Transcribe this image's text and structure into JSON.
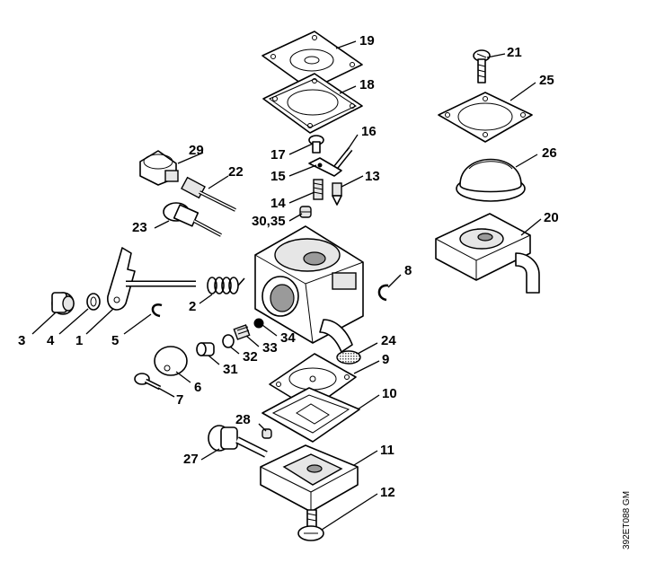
{
  "document_id": "392ET088 GM",
  "callouts": [
    {
      "id": "19",
      "label": "19"
    },
    {
      "id": "18",
      "label": "18"
    },
    {
      "id": "21",
      "label": "21"
    },
    {
      "id": "25",
      "label": "25"
    },
    {
      "id": "17",
      "label": "17"
    },
    {
      "id": "16",
      "label": "16"
    },
    {
      "id": "29",
      "label": "29"
    },
    {
      "id": "22",
      "label": "22"
    },
    {
      "id": "15",
      "label": "15"
    },
    {
      "id": "13",
      "label": "13"
    },
    {
      "id": "26",
      "label": "26"
    },
    {
      "id": "14",
      "label": "14"
    },
    {
      "id": "30-35",
      "label": "30,35"
    },
    {
      "id": "23",
      "label": "23"
    },
    {
      "id": "20",
      "label": "20"
    },
    {
      "id": "8",
      "label": "8"
    },
    {
      "id": "2",
      "label": "2"
    },
    {
      "id": "3",
      "label": "3"
    },
    {
      "id": "4",
      "label": "4"
    },
    {
      "id": "1",
      "label": "1"
    },
    {
      "id": "5",
      "label": "5"
    },
    {
      "id": "34",
      "label": "34"
    },
    {
      "id": "33",
      "label": "33"
    },
    {
      "id": "24",
      "label": "24"
    },
    {
      "id": "32",
      "label": "32"
    },
    {
      "id": "9",
      "label": "9"
    },
    {
      "id": "31",
      "label": "31"
    },
    {
      "id": "6",
      "label": "6"
    },
    {
      "id": "10",
      "label": "10"
    },
    {
      "id": "7",
      "label": "7"
    },
    {
      "id": "28",
      "label": "28"
    },
    {
      "id": "11",
      "label": "11"
    },
    {
      "id": "27",
      "label": "27"
    },
    {
      "id": "12",
      "label": "12"
    }
  ]
}
